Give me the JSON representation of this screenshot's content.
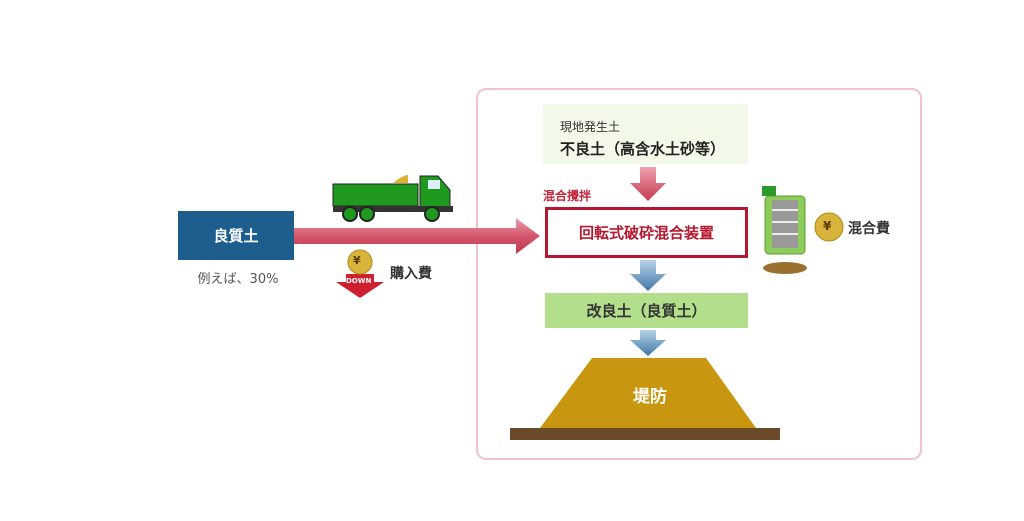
{
  "source_soil": {
    "label": "現地発生土",
    "title": "不良土（高含水土砂等）"
  },
  "mixing_label": "混合攪拌",
  "machine": "回転式破砕混合装置",
  "improved_soil": "改良土（良質土）",
  "levee": "堤防",
  "good_soil": {
    "title": "良質土",
    "example": "例えば、30%"
  },
  "purchase_cost": {
    "label": "購入費",
    "badge": "DOWN",
    "coin": "¥"
  },
  "mixing_cost": {
    "label": "混合費",
    "coin": "¥"
  },
  "colors": {
    "frame": "#f1c4cc",
    "red": "#b5182e",
    "blue": "#1d5e8e",
    "green": "#b3df8c",
    "levee": "#c8960f"
  }
}
